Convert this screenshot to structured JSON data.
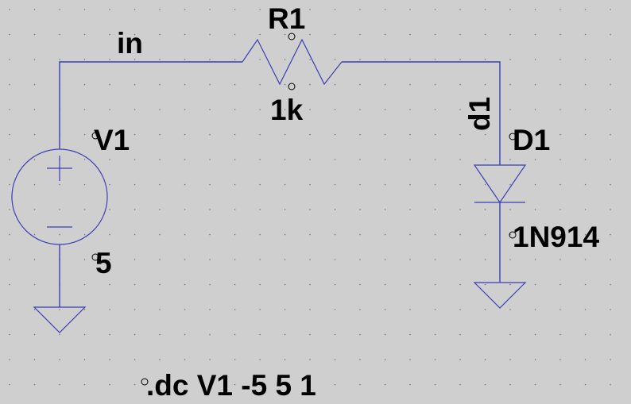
{
  "schematic": {
    "net_label": "in",
    "resistor": {
      "name": "R1",
      "value": "1k"
    },
    "source": {
      "name": "V1",
      "value": "5"
    },
    "diode": {
      "name": "D1",
      "model": "1N914",
      "net_label": "d1"
    },
    "directive": ".dc V1 -5 5 1"
  },
  "colors": {
    "background": "#cfcfcf",
    "wire": "#3a3fb5",
    "grid_dot": "#6e6e6e",
    "text": "#000000"
  }
}
